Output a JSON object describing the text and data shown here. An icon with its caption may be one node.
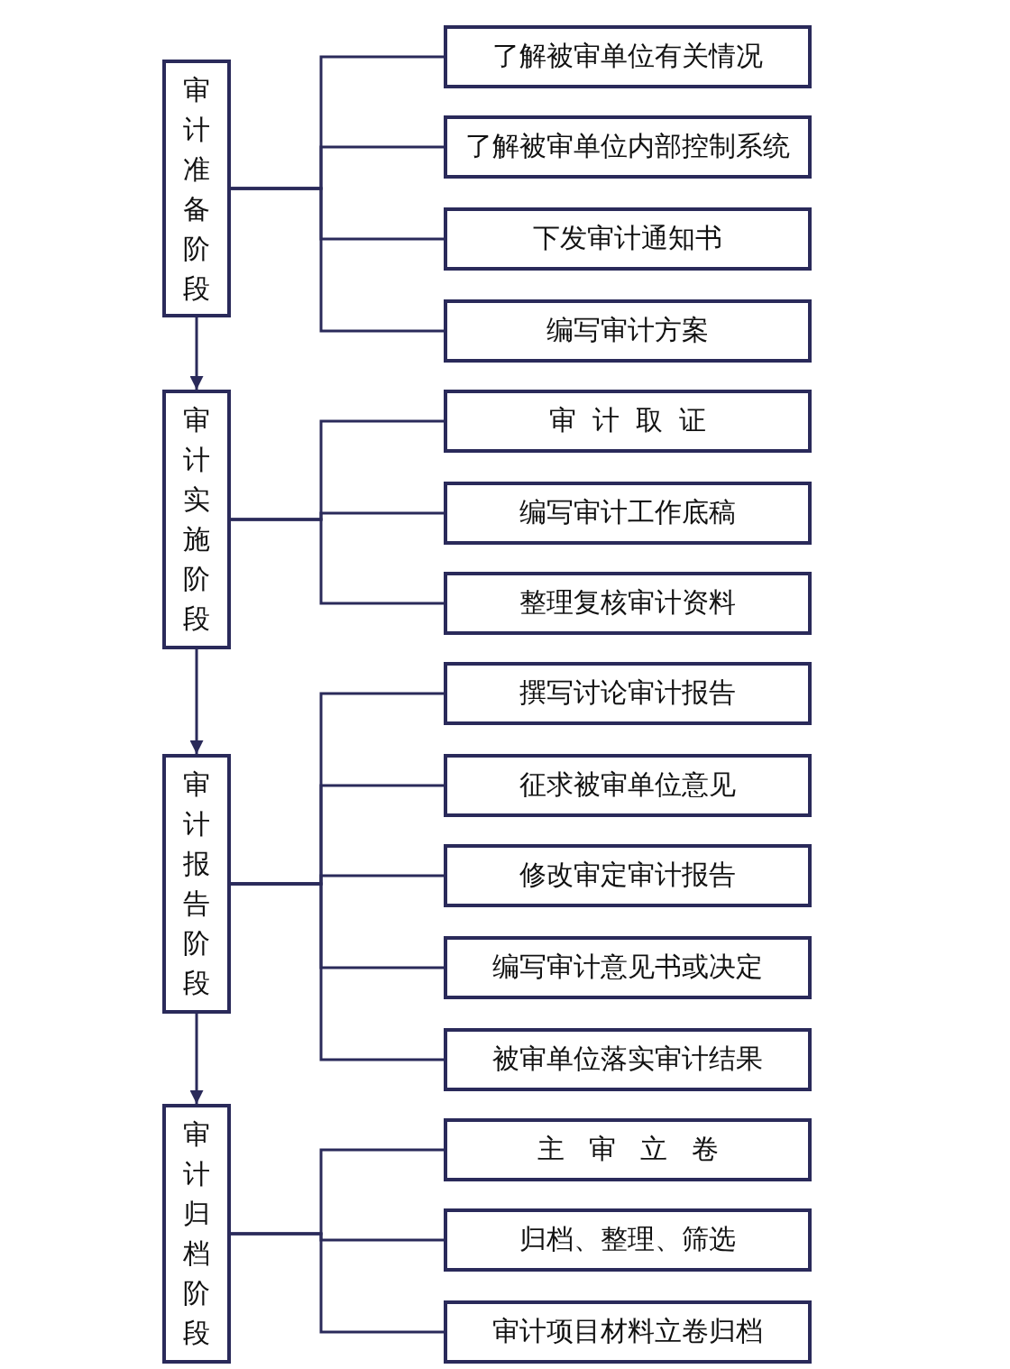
{
  "diagram": {
    "nodes": [
      {
        "text": [
          "审计准备阶段"
        ]
      },
      {
        "text": [
          "了解被审单位有关情况"
        ]
      },
      {
        "text": [
          "了解被审单位内部控制系统"
        ]
      },
      {
        "text": [
          "下发审计通知书"
        ]
      },
      {
        "text": [
          "编写审计方案"
        ]
      },
      {
        "text": [
          "审计实施阶段"
        ]
      },
      {
        "text": [
          "审计取证"
        ]
      },
      {
        "text": [
          "编写审计工作底稿"
        ]
      },
      {
        "text": [
          "整理复核审计资料"
        ]
      },
      {
        "text": [
          "审计报告阶段"
        ]
      },
      {
        "text": [
          "撰写讨论审计报告"
        ]
      },
      {
        "text": [
          "征求被审单位意见"
        ]
      },
      {
        "text": [
          "修改审定审计报告"
        ]
      },
      {
        "text": [
          "编写审计意见书或决定"
        ]
      },
      {
        "text": [
          "被审单位落实审计结果"
        ]
      },
      {
        "text": [
          "审计归档阶段"
        ]
      },
      {
        "text": [
          "主审立卷"
        ]
      },
      {
        "text": [
          "归档、整理、筛选"
        ]
      },
      {
        "text": [
          "审计项目材料立卷归档"
        ]
      }
    ],
    "edges": [
      {
        "from": 0,
        "to": 1,
        "arrow": "none"
      },
      {
        "from": 0,
        "to": 2,
        "arrow": "none"
      },
      {
        "from": 0,
        "to": 3,
        "arrow": "none"
      },
      {
        "from": 0,
        "to": 4,
        "arrow": "none"
      },
      {
        "from": 0,
        "to": 5,
        "arrow": "to"
      },
      {
        "from": 5,
        "to": 6,
        "arrow": "none"
      },
      {
        "from": 5,
        "to": 7,
        "arrow": "none"
      },
      {
        "from": 5,
        "to": 8,
        "arrow": "none"
      },
      {
        "from": 5,
        "to": 9,
        "arrow": "to"
      },
      {
        "from": 9,
        "to": 10,
        "arrow": "none"
      },
      {
        "from": 9,
        "to": 11,
        "arrow": "none"
      },
      {
        "from": 9,
        "to": 12,
        "arrow": "none"
      },
      {
        "from": 9,
        "to": 13,
        "arrow": "none"
      },
      {
        "from": 9,
        "to": 14,
        "arrow": "none"
      },
      {
        "from": 9,
        "to": 15,
        "arrow": "to"
      },
      {
        "from": 15,
        "to": 16,
        "arrow": "none"
      },
      {
        "from": 15,
        "to": 17,
        "arrow": "none"
      },
      {
        "from": 15,
        "to": 18,
        "arrow": "none"
      }
    ]
  }
}
